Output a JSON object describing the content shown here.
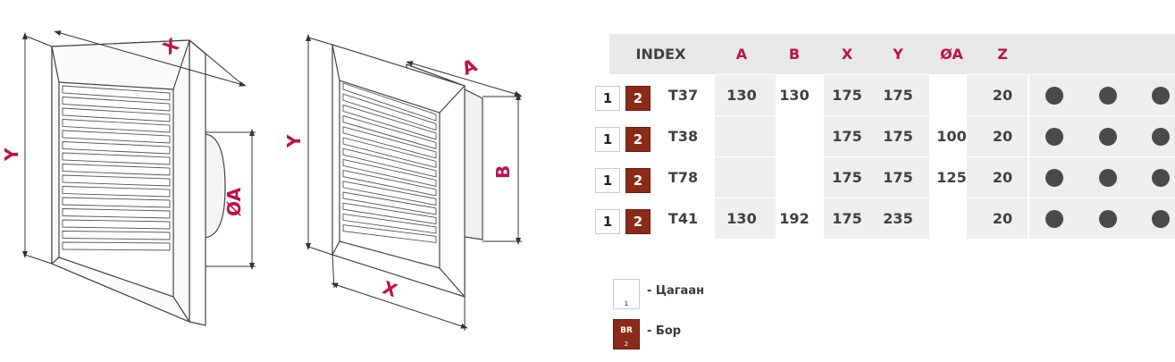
{
  "drawings": {
    "front": {
      "x_label": "X",
      "y_label": "Y",
      "diam_label": "ØA"
    },
    "side": {
      "x_label": "X",
      "y_label": "Y",
      "a_label": "A",
      "b_label": "B"
    }
  },
  "table": {
    "headers": [
      "INDEX",
      "A",
      "B",
      "X",
      "Y",
      "ØA",
      "Z"
    ],
    "badge_white": "1",
    "badge_brown": "2",
    "rows": [
      {
        "index": "T37",
        "A": "130",
        "B": "130",
        "X": "175",
        "Y": "175",
        "OA": "",
        "Z": "20",
        "dots": 3
      },
      {
        "index": "T38",
        "A": "",
        "B": "",
        "X": "175",
        "Y": "175",
        "OA": "100",
        "Z": "20",
        "dots": 3
      },
      {
        "index": "T78",
        "A": "",
        "B": "",
        "X": "175",
        "Y": "175",
        "OA": "125",
        "Z": "20",
        "dots": 3
      },
      {
        "index": "T41",
        "A": "130",
        "B": "192",
        "X": "175",
        "Y": "235",
        "OA": "",
        "Z": "20",
        "dots": 3
      }
    ]
  },
  "legend": [
    {
      "code": "",
      "num": "1",
      "label": "Цагаан",
      "color": "#ffffff"
    },
    {
      "code": "BR",
      "num": "2",
      "label": "Бор",
      "color": "#8a2a18"
    }
  ],
  "colors": {
    "accent": "#c0104a",
    "brown": "#8a2a18",
    "dot": "#4a4a4a"
  }
}
